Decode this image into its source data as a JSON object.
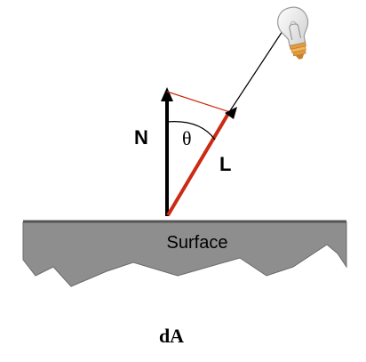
{
  "labels": {
    "normal": "N",
    "theta": "θ",
    "light": "L",
    "surface": "Surface",
    "area": "dA"
  },
  "colors": {
    "surface_fill": "#8e8e8e",
    "surface_edge": "#5a5a5a",
    "light_vector": "#cc2a12",
    "normal_vector": "#000000",
    "bulb_glass": "#f2f2f2",
    "bulb_base": "#e8a54a"
  },
  "icons": {
    "light_source": "light-bulb-icon"
  }
}
